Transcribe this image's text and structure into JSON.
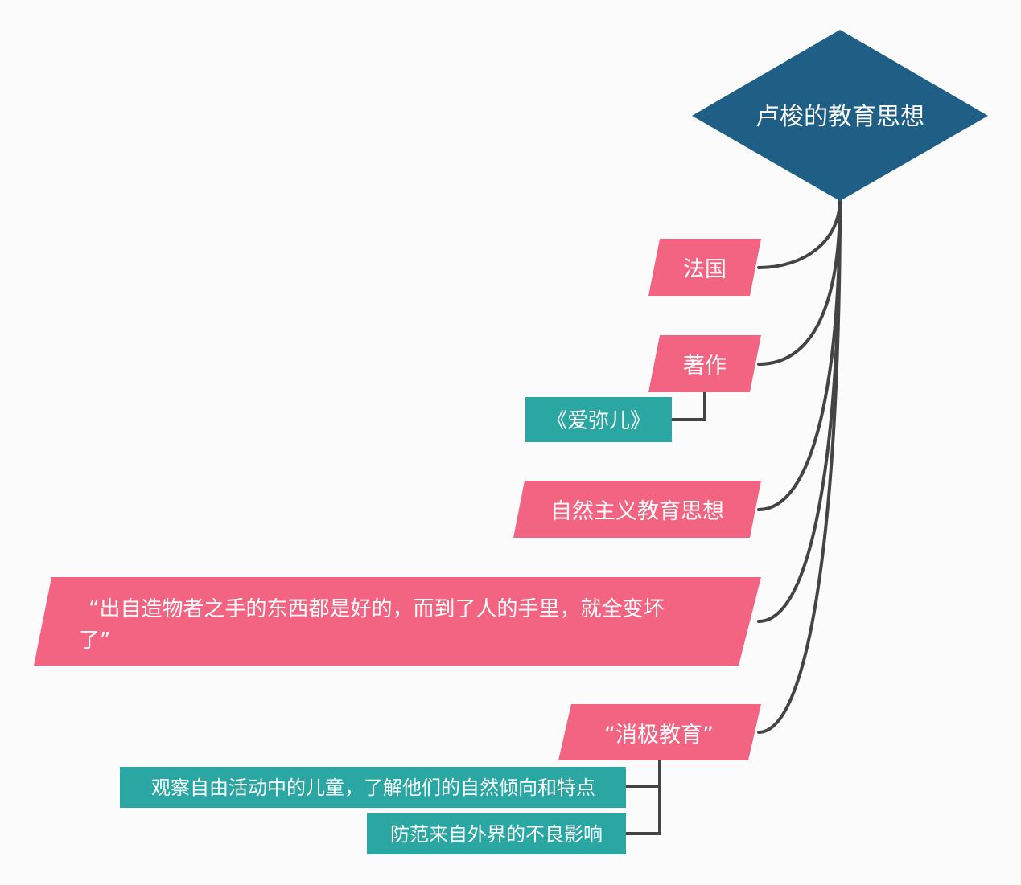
{
  "colors": {
    "root": "#1f5f85",
    "branch": "#f26481",
    "leaf": "#2aa7a3",
    "connector": "#444444"
  },
  "root": {
    "label": "卢梭的教育思想"
  },
  "branches": [
    {
      "label": "法国",
      "children": []
    },
    {
      "label": "著作",
      "children": [
        {
          "label": "《爱弥儿》"
        }
      ]
    },
    {
      "label": "自然主义教育思想",
      "children": []
    },
    {
      "label": "“出自造物者之手的东西都是好的，而到了人的手里，就全变坏了”",
      "children": []
    },
    {
      "label": "“消极教育”",
      "children": [
        {
          "label": "观察自由活动中的儿童，了解他们的自然倾向和特点"
        },
        {
          "label": "防范来自外界的不良影响"
        }
      ]
    }
  ]
}
